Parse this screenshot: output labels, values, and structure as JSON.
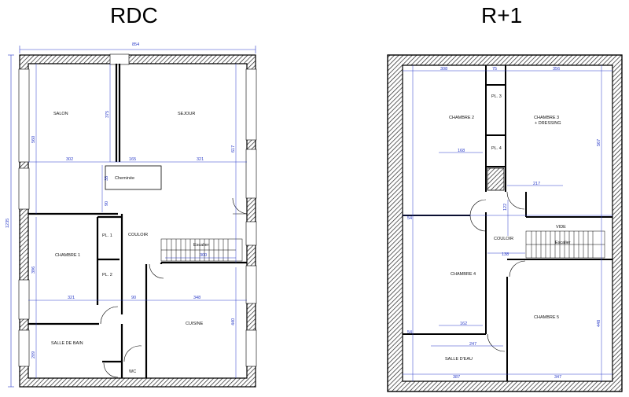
{
  "plans": {
    "rdc": {
      "title": "RDC",
      "rooms": {
        "salon": "SALON",
        "sejour": "SEJOUR",
        "cheminee": "Cheminée",
        "pl1": "PL. 1",
        "pl2": "PL. 2",
        "couloir": "COULOIR",
        "escalier": "Escalier",
        "chambre1": "CHAMBRE 1",
        "cuisine": "CUISINE",
        "salle_de_bain": "SALLE DE BAIN",
        "wc": "WC"
      },
      "dims": {
        "d854": "854",
        "d1235": "1235",
        "d560": "560",
        "d375": "375",
        "d617": "617",
        "d302": "302",
        "d165": "165",
        "d321a": "321",
        "d35": "35",
        "d90a": "90",
        "d300": "300",
        "d396": "396",
        "d321b": "321",
        "d90b": "90",
        "d348": "348",
        "d440": "440",
        "d209": "209"
      }
    },
    "r1": {
      "title": "R+1",
      "rooms": {
        "chambre2": "CHAMBRE 2",
        "pl3": "PL. 3",
        "chambre3": "CHAMBRE 3",
        "dressing": "+ DRESSING",
        "pl4": "PL. 4",
        "couloir": "COULOIR",
        "vide": "VIDE",
        "escalier": "Escalier",
        "chambre4": "CHAMBRE 4",
        "chambre5": "CHAMBRE 5",
        "salle_deau": "SALLE D'EAU"
      },
      "dims": {
        "d308": "308",
        "d75": "75",
        "d356": "356",
        "d168": "168",
        "d567": "567",
        "d217": "217",
        "d122": "122",
        "d138": "138",
        "d162": "162",
        "d247": "247",
        "d387": "387",
        "d347": "347",
        "d448": "448",
        "d54a": "54",
        "d54b": "54"
      }
    }
  }
}
